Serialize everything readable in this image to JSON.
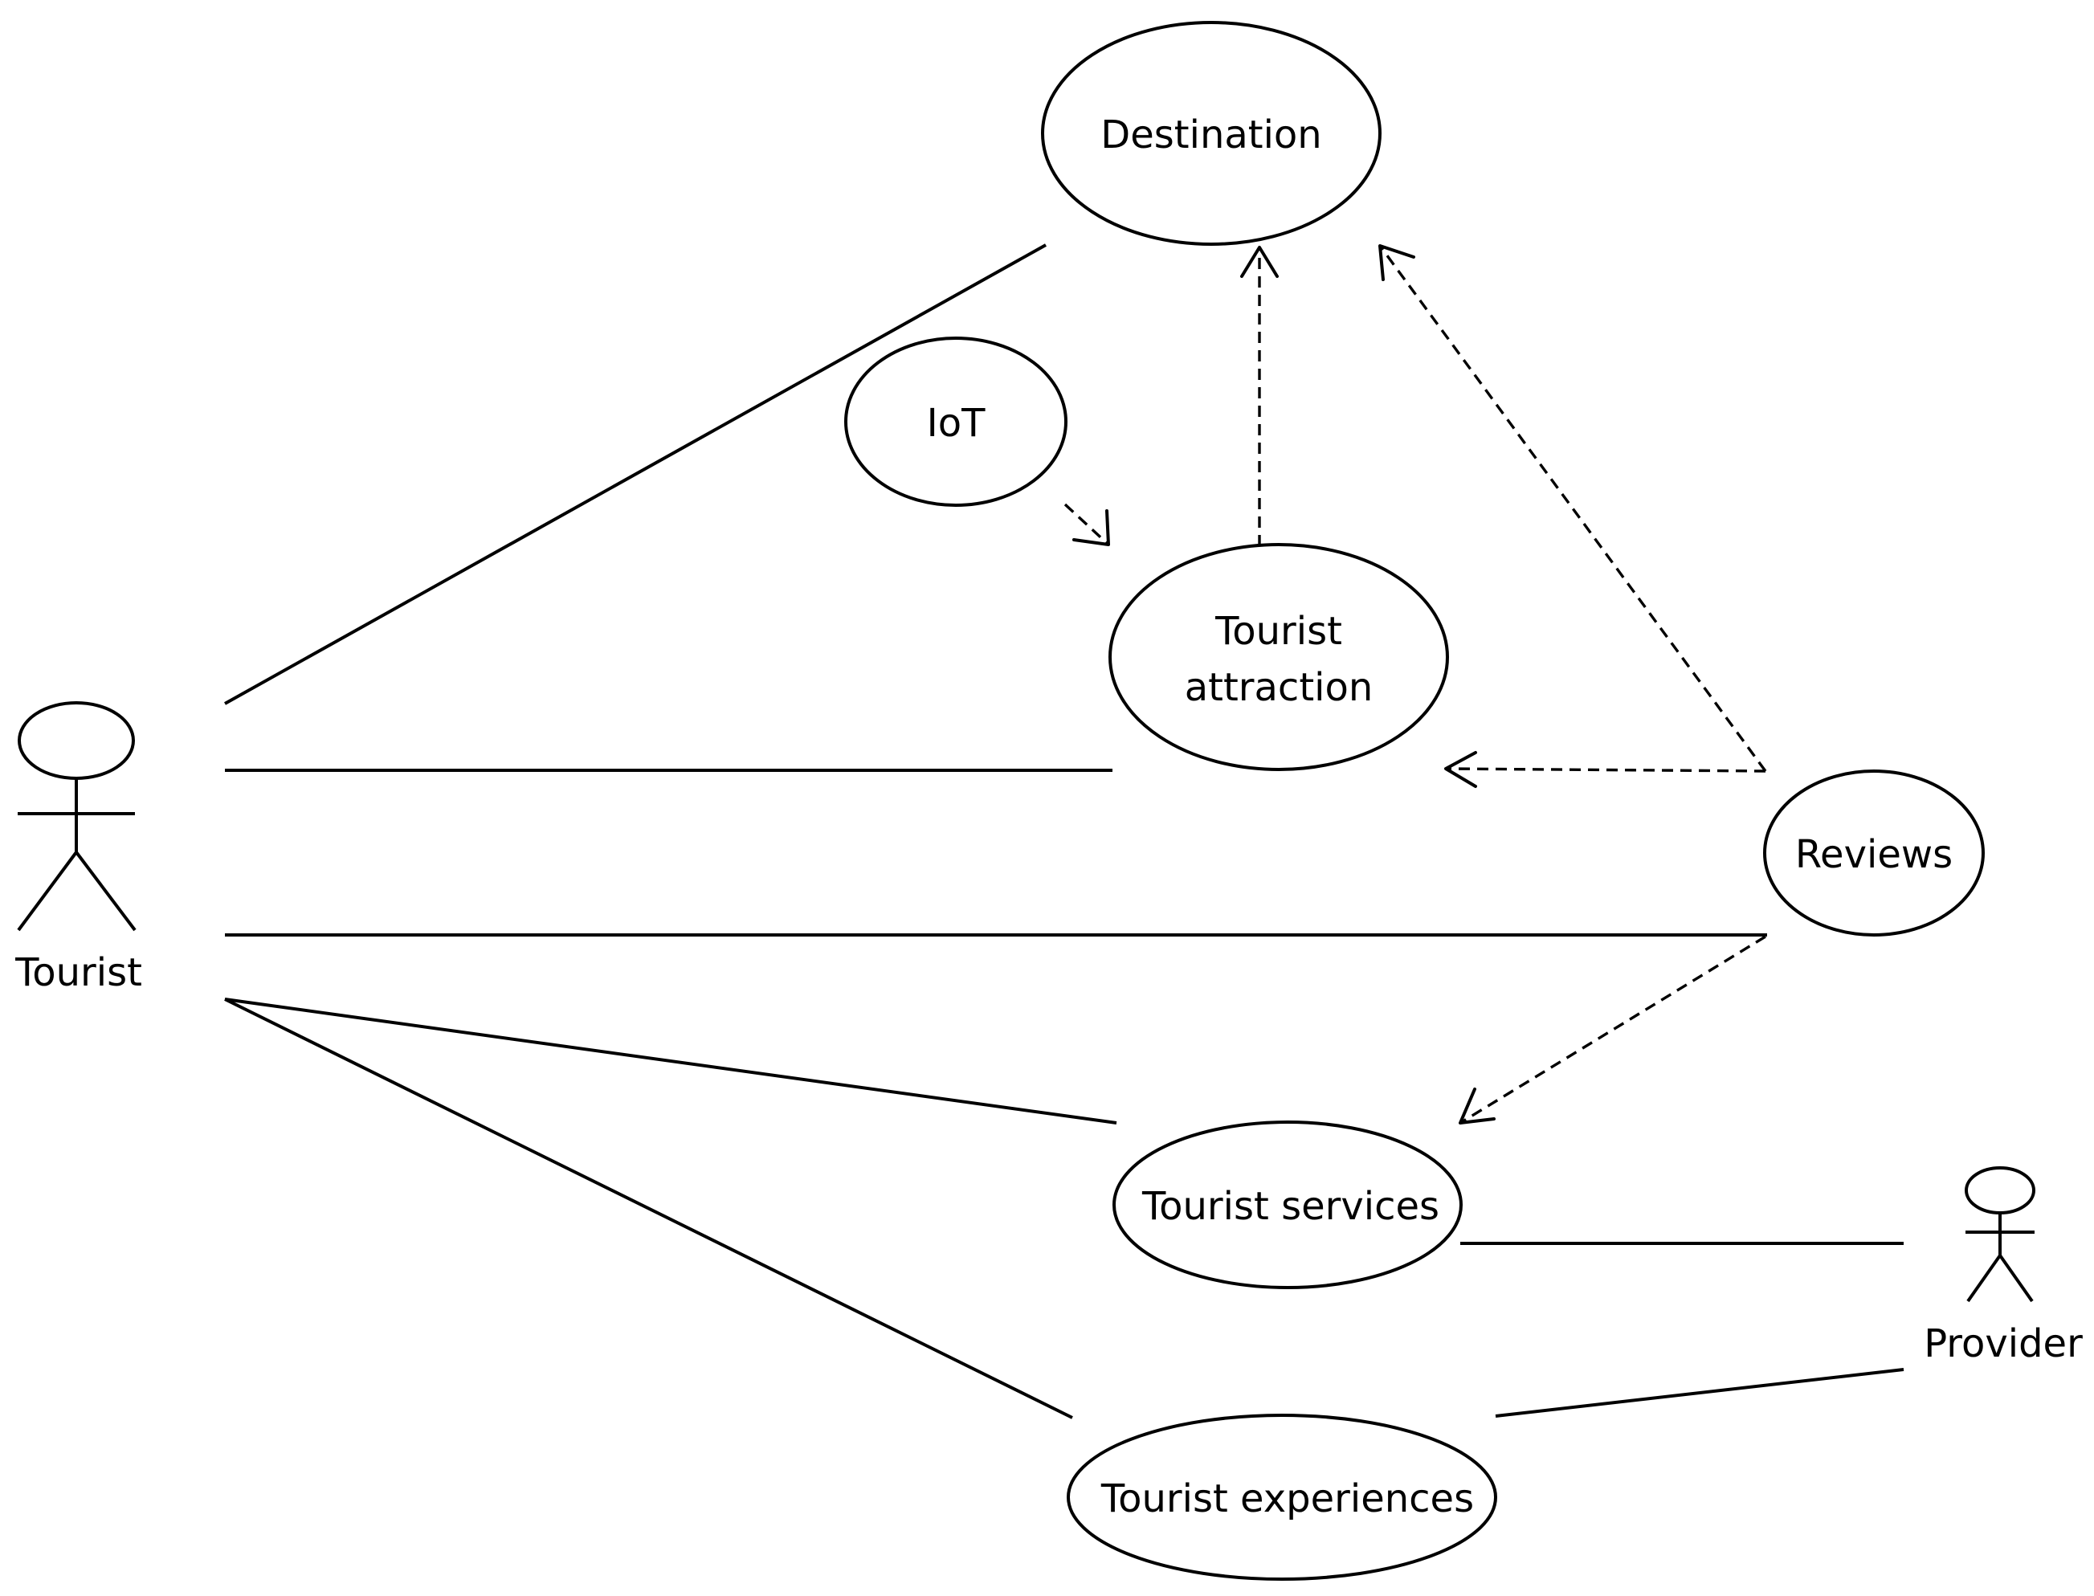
{
  "diagram": {
    "type": "use-case",
    "actors": {
      "tourist": "Tourist",
      "provider": "Provider"
    },
    "use_cases": {
      "destination": "Destination",
      "iot": "IoT",
      "tourist_attraction": [
        "Tourist",
        "attraction"
      ],
      "reviews": "Reviews",
      "tourist_services": "Tourist services",
      "tourist_experiences": "Tourist experiences"
    },
    "associations": [
      [
        "Tourist",
        "Destination"
      ],
      [
        "Tourist",
        "Tourist attraction"
      ],
      [
        "Tourist",
        "Reviews"
      ],
      [
        "Tourist",
        "Tourist services"
      ],
      [
        "Tourist",
        "Tourist experiences"
      ],
      [
        "Provider",
        "Tourist services"
      ],
      [
        "Provider",
        "Tourist experiences"
      ]
    ],
    "dependencies": [
      [
        "IoT",
        "Tourist attraction"
      ],
      [
        "Tourist attraction",
        "Destination"
      ],
      [
        "Reviews",
        "Destination"
      ],
      [
        "Reviews",
        "Tourist attraction"
      ],
      [
        "Reviews",
        "Tourist services"
      ]
    ]
  }
}
